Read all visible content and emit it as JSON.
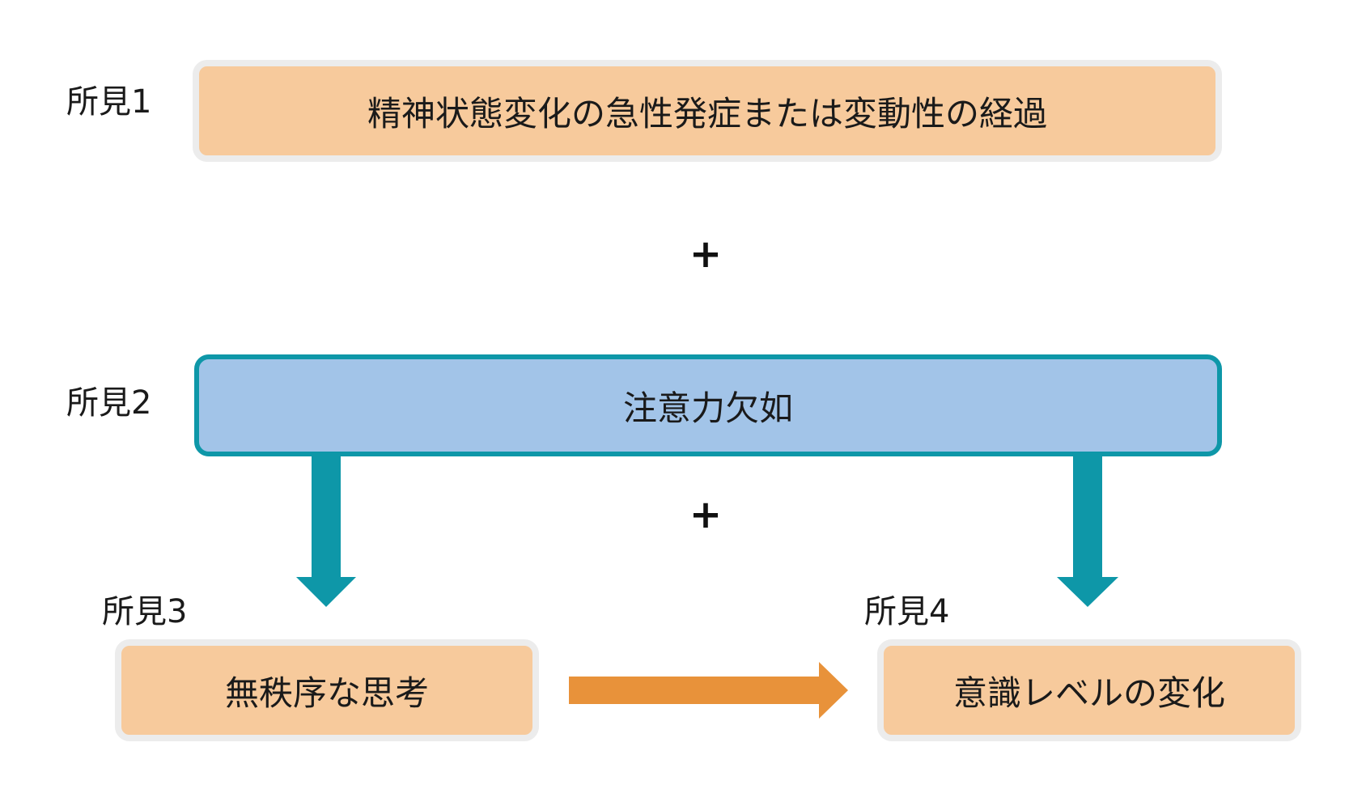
{
  "findings": [
    {
      "label": "所見1",
      "text": "精神状態変化の急性発症または変動性の経過"
    },
    {
      "label": "所見2",
      "text": "注意力欠如"
    },
    {
      "label": "所見3",
      "text": "無秩序な思考"
    },
    {
      "label": "所見4",
      "text": "意識レベルの変化"
    }
  ],
  "operators": {
    "plus_top": "+",
    "plus_middle": "+"
  },
  "colors": {
    "peach_fill": "#f7ca9c",
    "peach_border": "#ececec",
    "blue_fill": "#a2c4e8",
    "teal": "#0e97a8",
    "orange_arrow": "#e8923a"
  }
}
